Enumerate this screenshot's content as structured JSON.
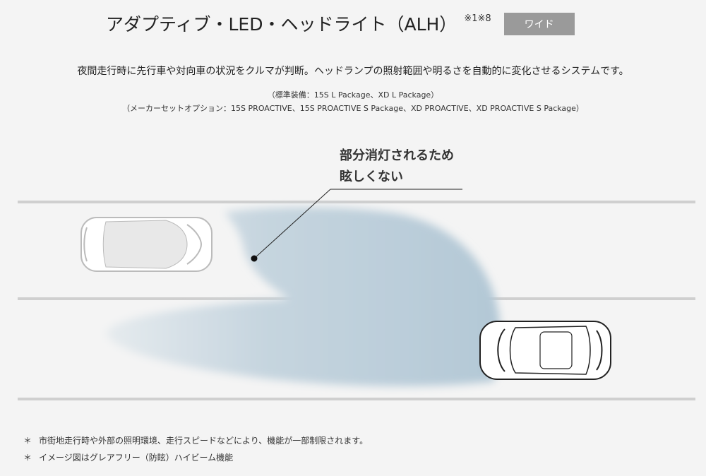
{
  "header": {
    "title": "アダプティブ・LED・ヘッドライト（ALH）",
    "superscript": "※1※8",
    "wide_button": "ワイド"
  },
  "description": "夜間走行時に先行車や対向車の状況をクルマが判断。ヘッドランプの照射範囲や明るさを自動的に変化させるシステムです。",
  "availability": {
    "standard": "（標準装備：15S L Package、XD L Package）",
    "maker_option": "（メーカーセットオプション：15S PROACTIVE、15S PROACTIVE S Package、XD PROACTIVE、XD PROACTIVE S Package）"
  },
  "illustration": {
    "callout_line1": "部分消灯されるため",
    "callout_line2": "眩しくない",
    "beam_color": "#b9ccd9"
  },
  "notes": [
    {
      "mark": "＊",
      "text": "市街地走行時や外部の照明環境、走行スピードなどにより、機能が一部制限されます。"
    },
    {
      "mark": "＊",
      "text": "イメージ図はグレアフリー（防眩）ハイビーム機能"
    }
  ]
}
